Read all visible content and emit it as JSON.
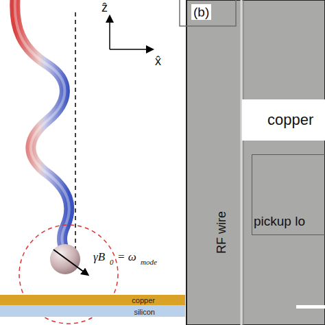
{
  "diagram": {
    "nodes": [
      {
        "text": [
          "copper"
        ]
      },
      {
        "text": [
          "silicon"
        ]
      },
      {
        "text": [
          "copper"
        ]
      },
      {
        "text": [
          "pickup lo"
        ]
      }
    ],
    "labels": [
      "ẑ",
      "x̂",
      "γB",
      "0",
      "= ω",
      "mode",
      "(b)",
      "RF wire"
    ]
  }
}
